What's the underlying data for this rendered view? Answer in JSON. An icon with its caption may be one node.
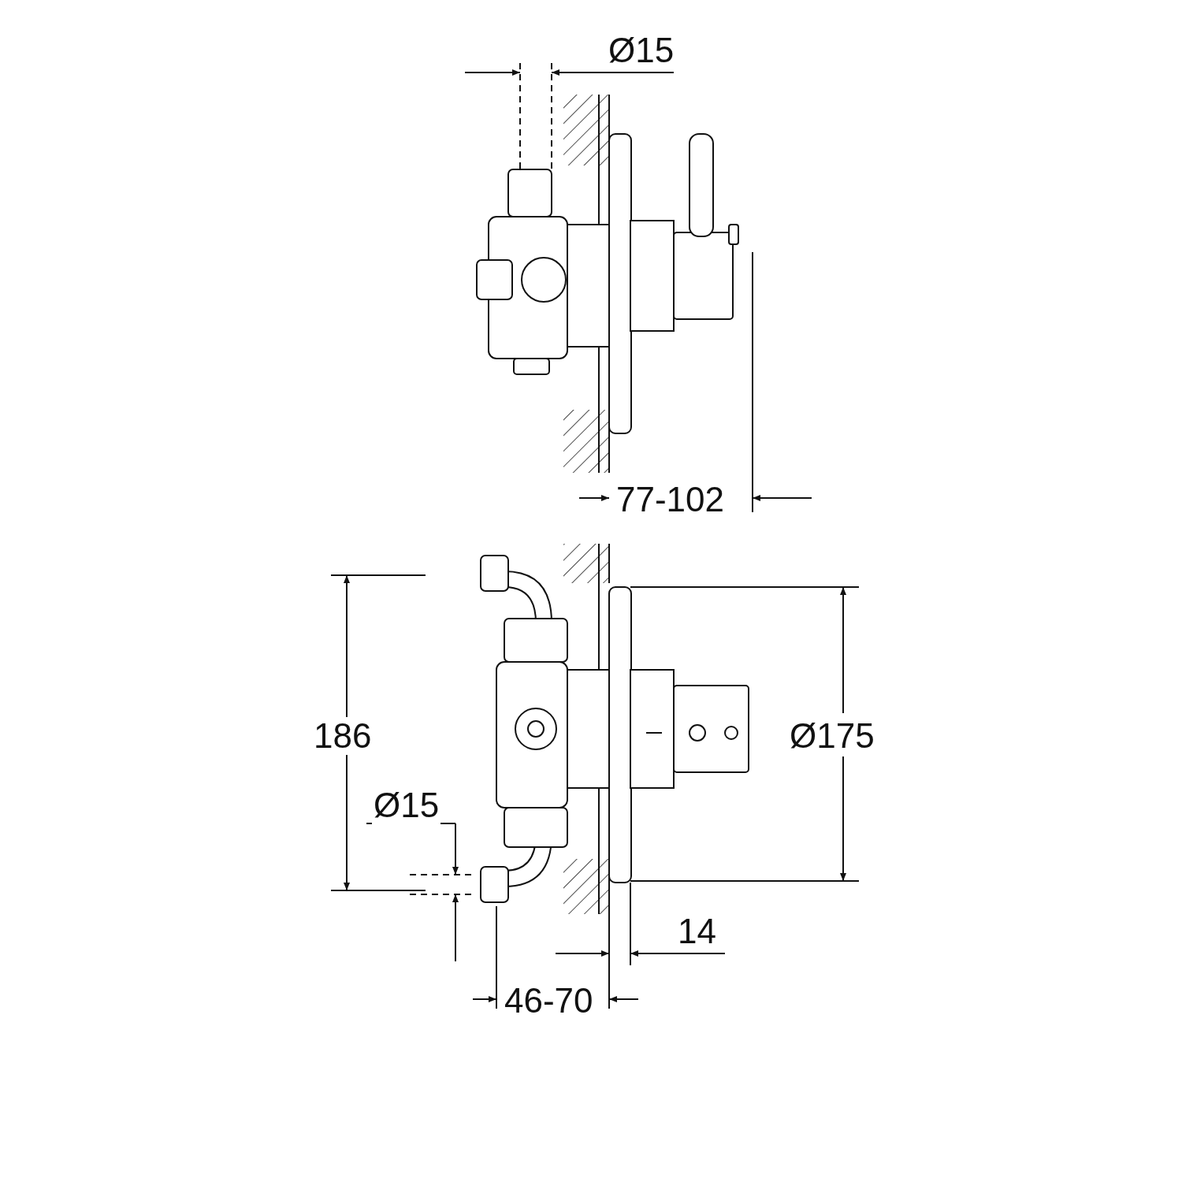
{
  "diagram": {
    "labels": [
      "Ø15",
      "77-102",
      "186",
      "Ø175",
      "Ø15",
      "14",
      "46-70"
    ]
  }
}
